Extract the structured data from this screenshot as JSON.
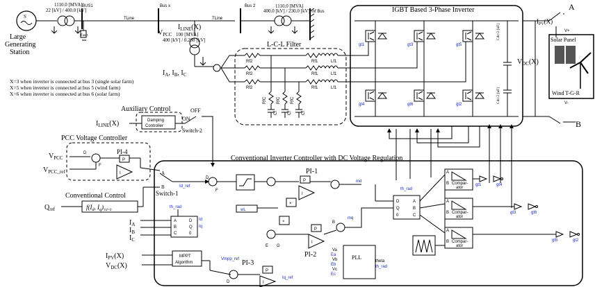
{
  "grid": {
    "large_station": "Large",
    "large_station_2": "Generating",
    "large_station_3": "Station",
    "tr1_rating": "1110.0 [MVA]",
    "tr1_volt": "22 [kV] / 400.0 [kV]",
    "bus1": "BUS1",
    "tline1": "TLine",
    "busx": "Bus x",
    "fault": "Fault",
    "vpcc": "V",
    "vpcc_sub": "PCC",
    "iline": "I",
    "iline_sub": "LINE",
    "iline_x": "(X)",
    "tline2": "TLine",
    "bus2": "Bus 2",
    "tr2_rating": "1110.0 [MVA]",
    "tr2_volt": "400.0 [kV] / 230.0 [kV]",
    "infbus": "Inf Bus",
    "tr3_rating": "100 [MVA]",
    "tr3_volt": "400 [kV] / 0.208 [kV]",
    "iabc": "I",
    "iabc_a": "A",
    "iabc_b": "B",
    "iabc_c": "C",
    "x3": "X=3 when inverter is connected at bus 3 (single solar farm)",
    "x5": "X=5 when inverter is connected at bus 5 (wind farm)",
    "x6": "X=6 when inverter is connected at bus 6 (solar farm)"
  },
  "filter": {
    "title": "L-C-L Filter",
    "rf2": "Rf2",
    "rf1": "Rf1",
    "lf1": "Lf1",
    "rfc": "RfC",
    "cf": "Cf"
  },
  "inverter": {
    "title": "IGBT Based 3-Phase Inverter",
    "gt1": "gt1",
    "gt3": "gt3",
    "gt5": "gt5",
    "gt4": "gt4",
    "gt6": "gt6",
    "gt2": "gt2",
    "cdc1": "Cdc/2 [uF]",
    "cdc2": "Cdc/2 [uF]",
    "vdc": "V",
    "vdc_sub": "DC",
    "vdc_x": "(X)"
  },
  "source": {
    "label_a": "A",
    "label_b": "B",
    "ipv": "I",
    "ipv_sub": "PV",
    "ipv_x": "(X)",
    "vplus": "V+",
    "vminus": "V-",
    "solar_panel": "Solar Panel",
    "wind": "Wind T-G-R"
  },
  "aux": {
    "title": "Auxiliary Control",
    "iline": "I",
    "iline_sub": "LINE",
    "iline_x": "(X)",
    "damping1": "Damping",
    "damping2": "Controller",
    "off": "OFF",
    "on": "ON",
    "switch2": "Switch-2"
  },
  "pcc": {
    "title": "PCC Voltage Controller",
    "vpcc": "V",
    "vpcc_sub": "PCC",
    "vpcc_ref": "V",
    "vpcc_ref_sub": "PCC_ref",
    "pi4": "PI-4",
    "p": "P",
    "i": "I",
    "d": "D",
    "f": "F"
  },
  "conv": {
    "title": "Conventional Control",
    "qref": "Q",
    "qref_sub": "ref",
    "func": "f(I",
    "func_sub1": "d",
    "func_mid": ", I",
    "func_sub2": "q",
    "func_end": ")",
    "func_sub3": "Vd=0",
    "switch1": "Switch-1",
    "a": "A",
    "b": "B"
  },
  "main": {
    "title": "Conventional Inverter Controller with DC Voltage Regulation",
    "id_ref": "Id_ref",
    "d": "D",
    "f": "F",
    "e": "E",
    "g": "G",
    "b": "B",
    "pi1": "PI-1",
    "pi2": "PI-2",
    "pi3": "PI-3",
    "p": "P",
    "i": "I",
    "wl": "wL",
    "md": "md",
    "mq": "mq",
    "th_rad": "th_rad",
    "th_rad2": "th_rad",
    "ia": "I",
    "ia_sub": "A",
    "ib": "I",
    "ib_sub": "B",
    "ic": "I",
    "ic_sub": "C",
    "abc_a": "A",
    "abc_b": "B",
    "abc_c": "C",
    "dq_d": "D",
    "dq_q": "Q",
    "dq_0": "0",
    "id": "Id",
    "iq": "Iq",
    "ipv": "I",
    "ipv_sub": "PV",
    "ipv_x": "(X)",
    "vdc": "V",
    "vdc_sub": "DC",
    "vdc_x": "(X)",
    "mppt1": "MPPT",
    "mppt2": "Algorithm",
    "vmpp_ref": "Vmpp_ref",
    "iq_ref": "Iq_ref",
    "pll": "PLL",
    "va": "Va",
    "vb": "Vb",
    "vc": "Vc",
    "ea": "Ea",
    "eb": "Eb",
    "ec": "Ec",
    "theta": "theta",
    "th_rad3": "th_rad",
    "comp1": "Compar-",
    "comp2": "ator",
    "gt1": "gt1",
    "gt4": "gt4",
    "gt3": "gt3",
    "gt6": "gt6",
    "gt5": "gt5",
    "gt2": "gt2",
    "ia_small": "a",
    "ib_small": "b"
  }
}
